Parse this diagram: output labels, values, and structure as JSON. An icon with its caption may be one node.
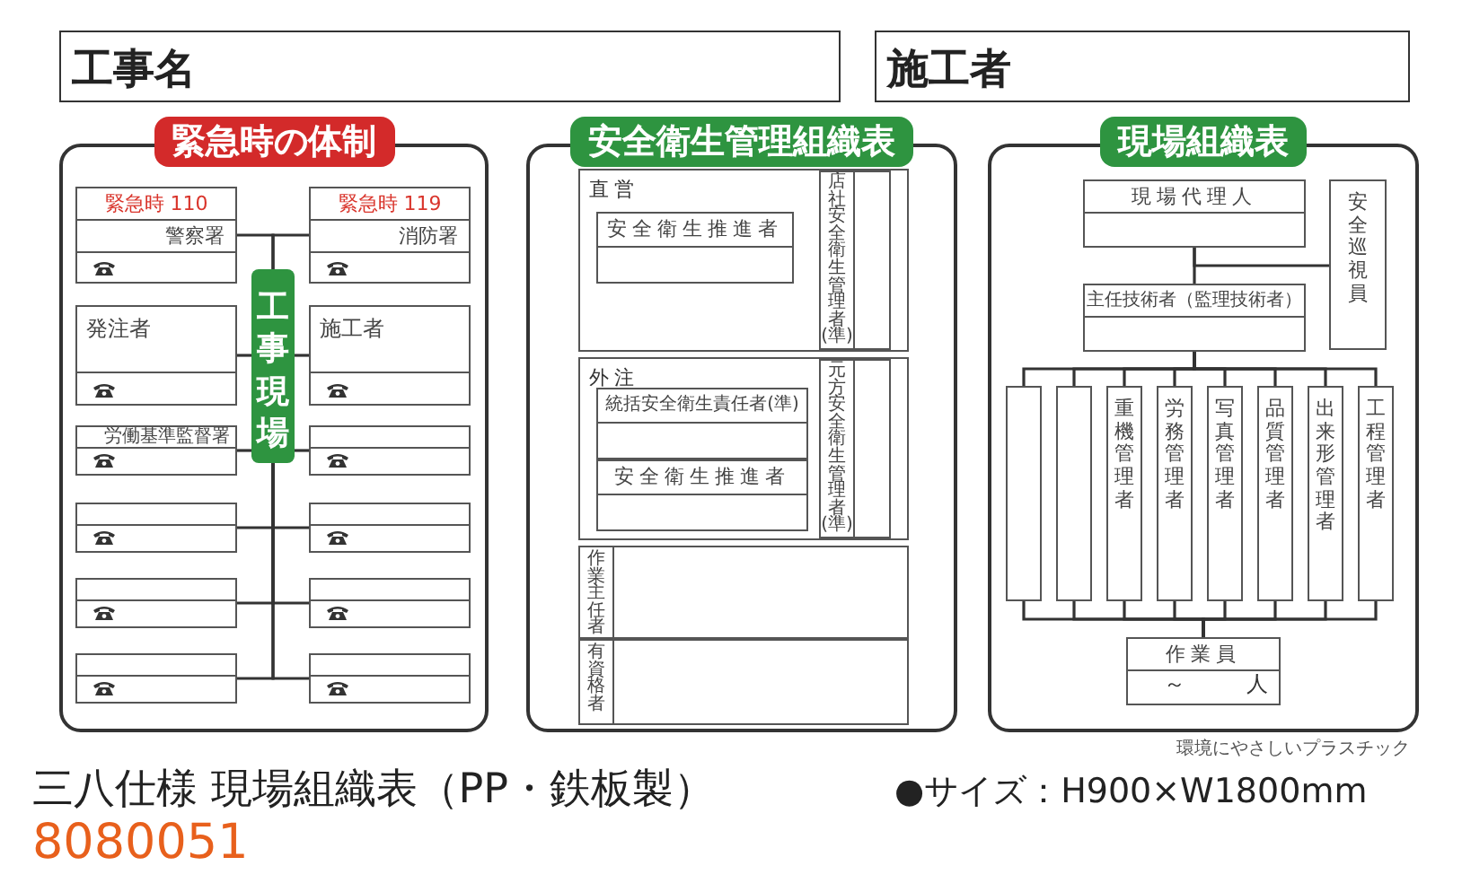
{
  "diagram": {
    "nodes": [
      {
        "text": [
          "工事名"
        ]
      },
      {
        "text": [
          "施工者"
        ]
      },
      {
        "text": [
          "緊急時の体制"
        ]
      },
      {
        "text": [
          "緊急時 110",
          "警察署"
        ],
        "in": 2
      },
      {
        "text": [
          "緊急時 119",
          "消防署"
        ],
        "in": 2
      },
      {
        "text": [
          "工事現場"
        ],
        "in": 2
      },
      {
        "text": [
          "発注者"
        ],
        "in": 2
      },
      {
        "text": [
          "施工者"
        ],
        "in": 2
      },
      {
        "text": [
          "労働基準監督署"
        ],
        "in": 2
      },
      {
        "text": [],
        "shape": "box",
        "in": 2
      },
      {
        "text": [],
        "shape": "box",
        "in": 2
      },
      {
        "text": [],
        "shape": "box",
        "in": 2
      },
      {
        "text": [],
        "shape": "box",
        "in": 2
      },
      {
        "text": [],
        "shape": "box",
        "in": 2
      },
      {
        "text": [],
        "shape": "box",
        "in": 2
      },
      {
        "text": [],
        "shape": "box",
        "in": 2
      },
      {
        "text": [
          "安全衛生管理組織表"
        ]
      },
      {
        "text": [
          "直営"
        ],
        "in": 16
      },
      {
        "text": [
          "安全衛生推進者"
        ],
        "in": 17
      },
      {
        "text": [
          "店社安全衛生管理者(準)"
        ],
        "in": 17
      },
      {
        "text": [
          "外注"
        ],
        "in": 16
      },
      {
        "text": [
          "統括安全衛生責任者(準)"
        ],
        "in": 20
      },
      {
        "text": [
          "安全衛生推進者"
        ],
        "in": 20
      },
      {
        "text": [
          "元方安全衛生管理者(準)"
        ],
        "in": 20
      },
      {
        "text": [
          "作業主任者"
        ],
        "in": 16
      },
      {
        "text": [
          "有資格者"
        ],
        "in": 16
      },
      {
        "text": [
          "現場組織表"
        ]
      },
      {
        "text": [
          "現場代理人"
        ],
        "in": 26
      },
      {
        "text": [
          "安全巡視員"
        ],
        "in": 26
      },
      {
        "text": [
          "主任技術者（監理技術者）"
        ],
        "in": 26
      },
      {
        "text": [],
        "shape": "box",
        "in": 26
      },
      {
        "text": [],
        "shape": "box",
        "in": 26
      },
      {
        "text": [
          "重機管理者"
        ],
        "in": 26
      },
      {
        "text": [
          "労務管理者"
        ],
        "in": 26
      },
      {
        "text": [
          "写真管理者"
        ],
        "in": 26
      },
      {
        "text": [
          "品質管理者"
        ],
        "in": 26
      },
      {
        "text": [
          "出来形管理者"
        ],
        "in": 26
      },
      {
        "text": [
          "工程管理者"
        ],
        "in": 26
      },
      {
        "text": [
          "作業員",
          "～ 人"
        ],
        "in": 26
      }
    ],
    "edges": [
      {
        "from": 3,
        "to": 5,
        "arrow": "none"
      },
      {
        "from": 4,
        "to": 5,
        "arrow": "none"
      },
      {
        "from": 6,
        "to": 5,
        "arrow": "none"
      },
      {
        "from": 7,
        "to": 5,
        "arrow": "none"
      },
      {
        "from": 8,
        "to": 5,
        "arrow": "none"
      },
      {
        "from": 9,
        "to": 5,
        "arrow": "none"
      },
      {
        "from": 10,
        "to": 5,
        "arrow": "none"
      },
      {
        "from": 11,
        "to": 5,
        "arrow": "none"
      },
      {
        "from": 12,
        "to": 5,
        "arrow": "none"
      },
      {
        "from": 13,
        "to": 5,
        "arrow": "none"
      },
      {
        "from": 14,
        "to": 5,
        "arrow": "none"
      },
      {
        "from": 15,
        "to": 5,
        "arrow": "none"
      },
      {
        "from": 27,
        "to": 29,
        "arrow": "none"
      },
      {
        "from": 27,
        "to": 28,
        "arrow": "none"
      },
      {
        "from": 29,
        "to": 30,
        "arrow": "none"
      },
      {
        "from": 29,
        "to": 31,
        "arrow": "none"
      },
      {
        "from": 29,
        "to": 32,
        "arrow": "none"
      },
      {
        "from": 29,
        "to": 33,
        "arrow": "none"
      },
      {
        "from": 29,
        "to": 34,
        "arrow": "none"
      },
      {
        "from": 29,
        "to": 35,
        "arrow": "none"
      },
      {
        "from": 29,
        "to": 36,
        "arrow": "none"
      },
      {
        "from": 29,
        "to": 37,
        "arrow": "none"
      },
      {
        "from": 30,
        "to": 38,
        "arrow": "none"
      },
      {
        "from": 31,
        "to": 38,
        "arrow": "none"
      },
      {
        "from": 32,
        "to": 38,
        "arrow": "none"
      },
      {
        "from": 33,
        "to": 38,
        "arrow": "none"
      },
      {
        "from": 34,
        "to": 38,
        "arrow": "none"
      },
      {
        "from": 35,
        "to": 38,
        "arrow": "none"
      },
      {
        "from": 36,
        "to": 38,
        "arrow": "none"
      },
      {
        "from": 37,
        "to": 38,
        "arrow": "none"
      }
    ],
    "labels": [
      "環境にやさしいプラスチック",
      "三八仕様 現場組織表（PP・鉄板製）",
      "●サイズ：H900×W1800mm",
      "8080051"
    ]
  }
}
